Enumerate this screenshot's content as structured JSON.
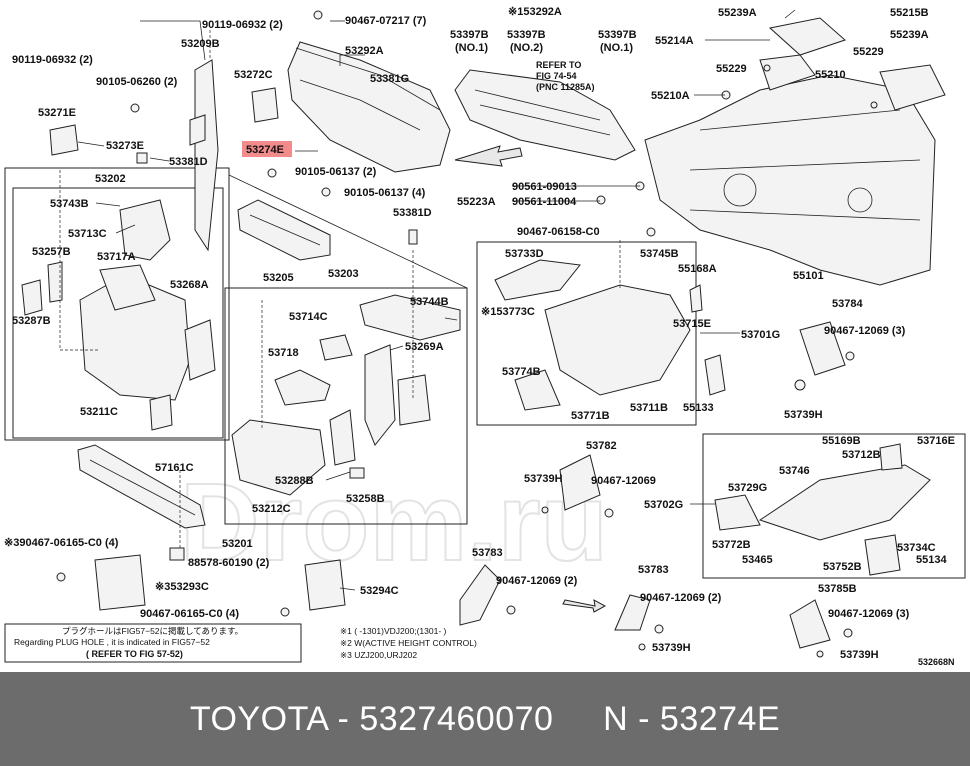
{
  "diagram": {
    "labels": {
      "l_90119_1": "90119-06932 (2)",
      "l_90467_7": "90467-07217 (7)",
      "l_153292a": "※153292A",
      "l_55239a_t": "55239A",
      "l_55215b": "55215B",
      "l_53209b": "53209B",
      "l_53292a": "53292A",
      "l_53397b_1": "53397B",
      "l_no1_a": "(NO.1)",
      "l_53397b_2": "53397B",
      "l_no2": "(NO.2)",
      "l_53397b_3": "53397B",
      "l_no1_b": "(NO.1)",
      "l_55214a": "55214A",
      "l_55239a_r": "55239A",
      "l_90119_2": "90119-06932 (2)",
      "l_53272c": "53272C",
      "l_53381g": "53381G",
      "l_refer1": "REFER TO",
      "l_refer2": "FIG 74-54",
      "l_refer3": "(PNC 11285A)",
      "l_55229_a": "55229",
      "l_55229_b": "55229",
      "l_55210": "55210",
      "l_90105_1": "90105-06260 (2)",
      "l_55210a": "55210A",
      "l_53271e": "53271E",
      "l_53274e": "53274E",
      "l_53273e": "53273E",
      "l_53381d_1": "53381D",
      "l_90105_2": "90105-06137 (2)",
      "l_90561_1": "90561-09013",
      "l_90105_3": "90105-06137 (4)",
      "l_55223a": "55223A",
      "l_90561_2": "90561-11004",
      "l_53202": "53202",
      "l_53743b": "53743B",
      "l_53381d_2": "53381D",
      "l_90467_2": "90467-06158-C0",
      "l_53713c": "53713C",
      "l_53733d": "53733D",
      "l_53745b": "53745B",
      "l_53257b": "53257B",
      "l_53717a": "53717A",
      "l_53205": "53205",
      "l_53203": "53203",
      "l_55168a": "55168A",
      "l_55101": "55101",
      "l_53268a": "53268A",
      "l_53784": "53784",
      "l_53744b": "53744B",
      "l_153773c": "※153773C",
      "l_53287b": "53287B",
      "l_53714c": "53714C",
      "l_53715e": "53715E",
      "l_90467_3": "90467-12069 (3)",
      "l_53701g": "53701G",
      "l_53718": "53718",
      "l_53269a": "53269A",
      "l_53774b": "53774B",
      "l_53211c": "53211C",
      "l_53771b": "53771B",
      "l_53711b": "53711B",
      "l_55133": "55133",
      "l_53739h_1": "53739H",
      "l_55169b": "55169B",
      "l_53716e": "53716E",
      "l_57161c": "57161C",
      "l_53782": "53782",
      "l_53712b": "53712B",
      "l_53746": "53746",
      "l_53739h_2": "53739H",
      "l_90467_4": "90467-12069",
      "l_53288b": "53288B",
      "l_53729g": "53729G",
      "l_53258b": "53258B",
      "l_53702g": "53702G",
      "l_53212c": "53212C",
      "l_53772b": "53772B",
      "l_53734c": "53734C",
      "l_390467": "※390467-06165-C0 (4)",
      "l_53201": "53201",
      "l_53783_a": "53783",
      "l_53465": "53465",
      "l_53752b": "53752B",
      "l_55134": "55134",
      "l_88578": "88578-60190 (2)",
      "l_53783_b": "53783",
      "l_353293c": "※353293C",
      "l_90467_5": "90467-12069 (2)",
      "l_53785b": "53785B",
      "l_53294c": "53294C",
      "l_90467_6": "90467-12069 (2)",
      "l_90467_7b": "90467-06165-C0 (4)",
      "l_90467_8": "90467-12069 (3)",
      "l_53739h_3": "53739H",
      "l_53739h_4": "53739H",
      "l_code": "532668N"
    },
    "notes": {
      "plug_jp": "プラグホールはFIG57−52に掲載してあります。",
      "plug_en": "Regarding PLUG HOLE , it is indicated in FIG57−52",
      "plug_ref": "( REFER TO FIG 57-52)",
      "fn1": "※1 (      -1301)VDJ200;(1301-      )",
      "fn2": "※2 W(ACTIVE HEIGHT CONTROL)",
      "fn3": "※3 UZJ200,URJ202"
    },
    "watermark": "Drom.ru"
  },
  "highlight_color": "#f28b8b",
  "footer": {
    "text": "TOYOTA - 5327460070     N - 53274E"
  }
}
